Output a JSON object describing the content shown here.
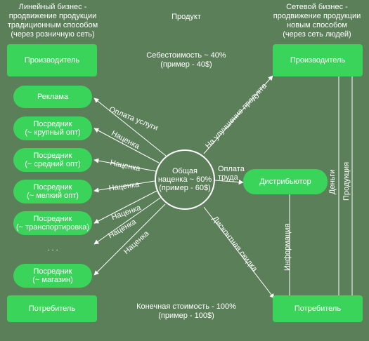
{
  "headers": {
    "left": "Линейный бизнес -\nпродвижение продукции\nтрадиционным способом\n(через розничную сеть)",
    "center": "Продукт",
    "right": "Сетевой бизнес -\nпродвижение продукции\nновым способом\n(через сеть людей)"
  },
  "left_chain": {
    "producer": "Производитель",
    "advert": "Реклама",
    "mid1": "Посредник\n(~ крупный опт)",
    "mid2": "Посредник\n(~ средний опт)",
    "mid3": "Посредник\n(~ мелкий опт)",
    "mid4": "Посредник\n(~ транспортировка)",
    "dots": ". . .",
    "shop": "Посредник\n(~ магазин)",
    "consumer": "Потребитель"
  },
  "right_chain": {
    "producer": "Производитель",
    "distributor": "Дистрибьютор",
    "consumer": "Потребитель"
  },
  "center": {
    "cost": "Себестоимость ~ 40%\n(пример - 40$)",
    "markup": "Общая\nнаценка ~ 60%\n(пример - 60$)",
    "final": "Конечная стоимость - 100%\n(пример - 100$)"
  },
  "arrow_labels": {
    "services": "Оплата услуги",
    "markup1": "Наценка",
    "markup2": "Наценка",
    "markup3": "Наценка",
    "markup4": "Наценка",
    "markup5": "Наценка",
    "markup6": "Наценка",
    "improve": "На улучшение продукта",
    "labor": "Оплата\nтруда",
    "discount": "Дисконтная скидка",
    "info": "Информация",
    "money": "Деньги",
    "products": "Продукция"
  }
}
